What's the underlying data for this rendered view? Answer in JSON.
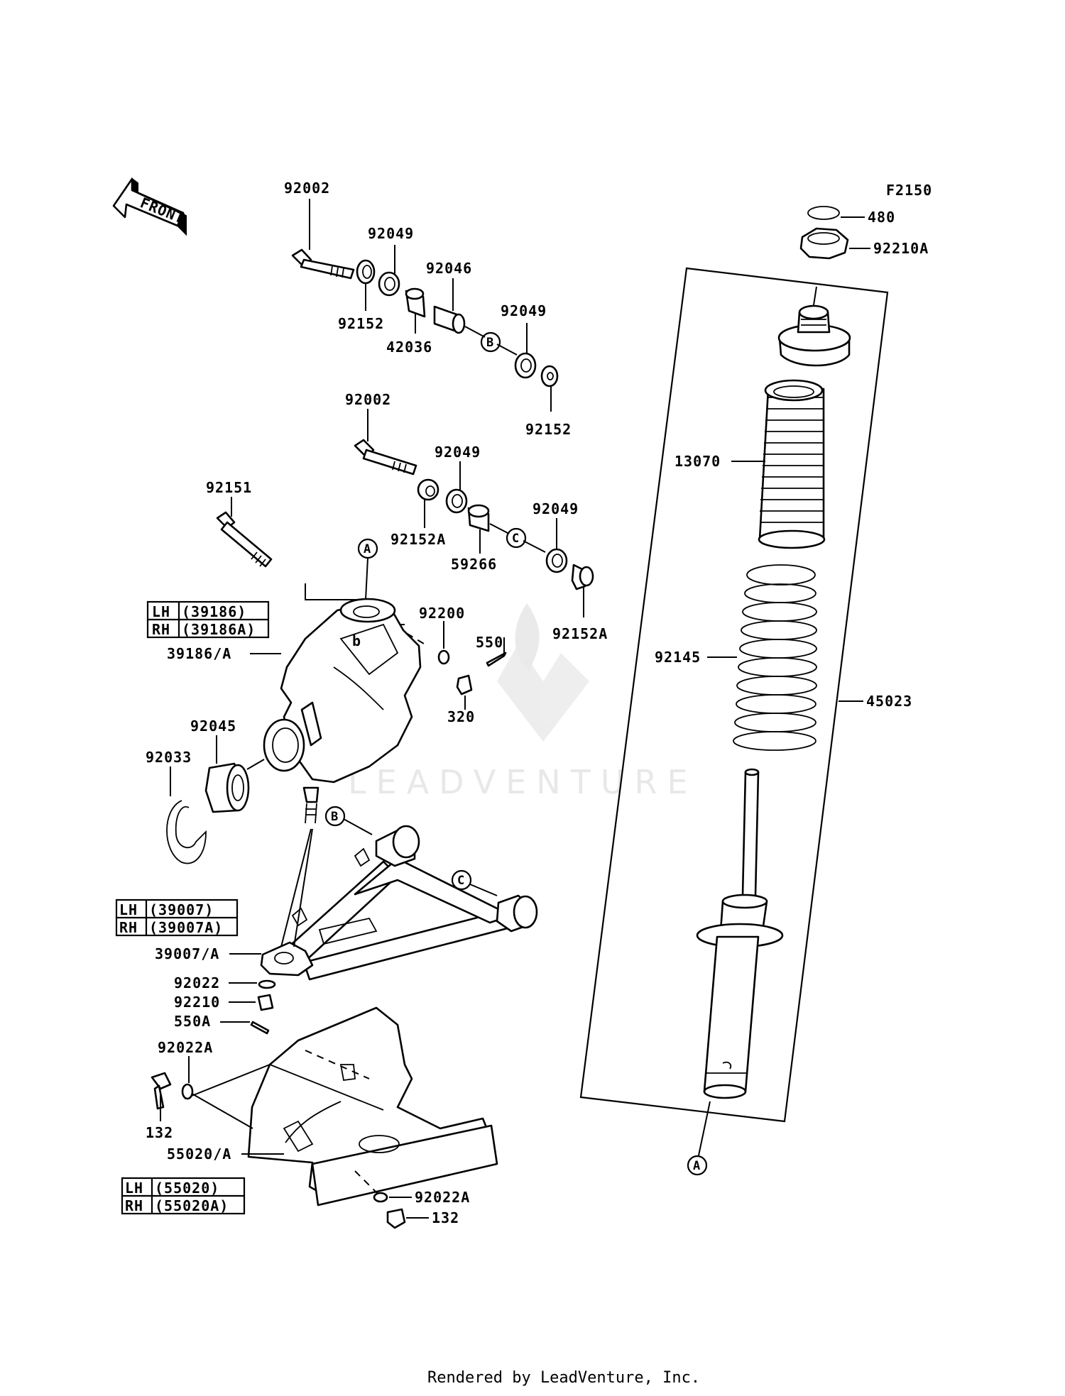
{
  "figure_code": "F2150",
  "front_arrow": "FRONT",
  "watermark": "LEADVENTURE",
  "footer": "Rendered by LeadVenture, Inc.",
  "callouts": [
    "A",
    "B",
    "C"
  ],
  "labels": {
    "p92002_top": "92002",
    "p92049_a": "92049",
    "p92046": "92046",
    "p92152_a": "92152",
    "p42036": "42036",
    "p92049_b": "92049",
    "p92152_b": "92152",
    "p92002_mid": "92002",
    "p92049_c": "92049",
    "p92152A_a": "92152A",
    "p59266": "59266",
    "p92049_d": "92049",
    "p92152A_b": "92152A",
    "p92151": "92151",
    "p92200": "92200",
    "p550": "550",
    "p320": "320",
    "p39186A": "39186/A",
    "p92045": "92045",
    "p92033": "92033",
    "p39007A": "39007/A",
    "p92022": "92022",
    "p92210": "92210",
    "p550A": "550A",
    "p92022A_a": "92022A",
    "p132_a": "132",
    "p55020A": "55020/A",
    "p92022A_b": "92022A",
    "p132_b": "132",
    "p480": "480",
    "p92210A": "92210A",
    "p13070": "13070",
    "p92145": "92145",
    "p45023": "45023"
  },
  "side_tables": [
    {
      "rows": [
        {
          "side": "LH",
          "part": "(39186)"
        },
        {
          "side": "RH",
          "part": "(39186A)"
        }
      ]
    },
    {
      "rows": [
        {
          "side": "LH",
          "part": "(39007)"
        },
        {
          "side": "RH",
          "part": "(39007A)"
        }
      ]
    },
    {
      "rows": [
        {
          "side": "LH",
          "part": "(55020)"
        },
        {
          "side": "RH",
          "part": "(55020A)"
        }
      ]
    }
  ]
}
